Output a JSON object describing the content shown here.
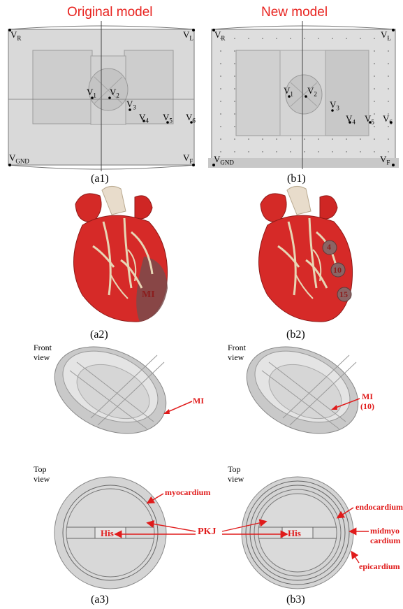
{
  "titles": {
    "left": "Original model",
    "right": "New model"
  },
  "captions": {
    "a1": "(a1)",
    "b1": "(b1)",
    "a2": "(a2)",
    "b2": "(b2)",
    "a3": "(a3)",
    "b3": "(b3)"
  },
  "electrodes": {
    "VR": {
      "main": "V",
      "sub": "R"
    },
    "VL": {
      "main": "V",
      "sub": "L"
    },
    "VGND": {
      "main": "V",
      "sub": "GND"
    },
    "VF": {
      "main": "V",
      "sub": "F"
    },
    "V1": {
      "main": "V",
      "sub": "1"
    },
    "V2": {
      "main": "V",
      "sub": "2"
    },
    "V3": {
      "main": "V",
      "sub": "3"
    },
    "V4": {
      "main": "V",
      "sub": "4"
    },
    "V5": {
      "main": "V",
      "sub": "5"
    },
    "V6": {
      "main": "V",
      "sub": "6"
    }
  },
  "heart_labels": {
    "a2_mi": "MI",
    "b2_markers": [
      "4",
      "10",
      "15"
    ]
  },
  "views": {
    "front": [
      "Front",
      "view"
    ],
    "top": [
      "Top",
      "view"
    ]
  },
  "annotations": {
    "mi_a3": "MI",
    "mi_b3": [
      "MI",
      "(10)"
    ],
    "myocardium": "myocardium",
    "his": "His",
    "pkj": "PKJ",
    "endocardium": "endocardium",
    "midmyo": [
      "midmyo",
      "cardium"
    ],
    "epicardium": "epicardium"
  },
  "colors": {
    "label_red": "#e01b1b",
    "heart_red": "#d62a28"
  }
}
